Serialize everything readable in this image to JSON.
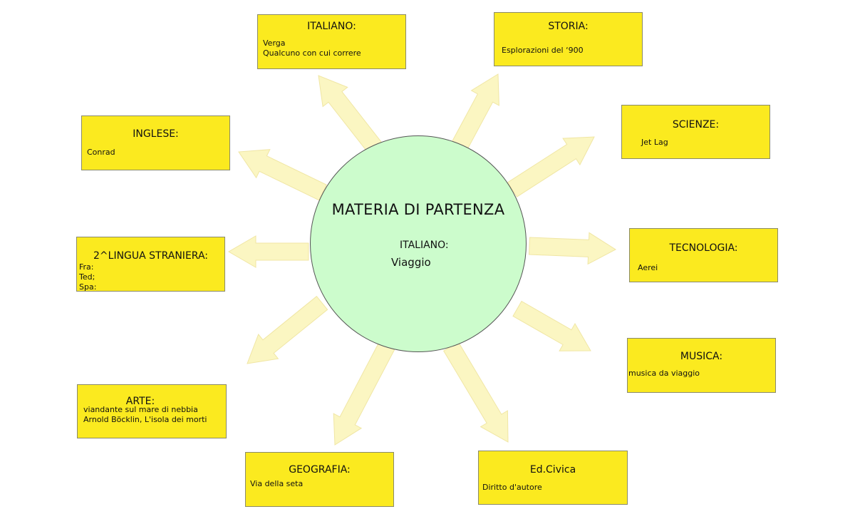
{
  "colors": {
    "page_background": "#ffffff",
    "box_fill": "#fbea1f",
    "hub_fill": "#ccfccc",
    "arrow_fill": "#fbf6c2",
    "arrow_stroke": "#f0e6a4"
  },
  "hub": {
    "title": "MATERIA DI PARTENZA",
    "subject": "ITALIANO:",
    "topic": "Viaggio"
  },
  "boxes": [
    {
      "title": "ITALIANO:",
      "lines": [
        "Verga",
        "Qualcuno con cui correre"
      ]
    },
    {
      "title": "STORIA:",
      "lines": [
        "Esplorazioni del ‘900"
      ]
    },
    {
      "title": "INGLESE:",
      "lines": [
        "Conrad"
      ]
    },
    {
      "title": "SCIENZE:",
      "lines": [
        "Jet Lag"
      ]
    },
    {
      "title": "2^LINGUA STRANIERA:",
      "lines": [
        "Fra:",
        "Ted;",
        "Spa:"
      ]
    },
    {
      "title": "TECNOLOGIA:",
      "lines": [
        "Aerei"
      ]
    },
    {
      "title": "MUSICA:",
      "lines": [
        "musica da viaggio"
      ]
    },
    {
      "title": "ARTE:",
      "lines": [
        "viandante sul mare di nebbia",
        "Arnold Böcklin, L'isola dei morti"
      ]
    },
    {
      "title": "GEOGRAFIA:",
      "lines": [
        "Via della seta"
      ]
    },
    {
      "title": "Ed.Civica",
      "lines": [
        "Diritto d'autore"
      ]
    }
  ],
  "arrow_count": 10
}
